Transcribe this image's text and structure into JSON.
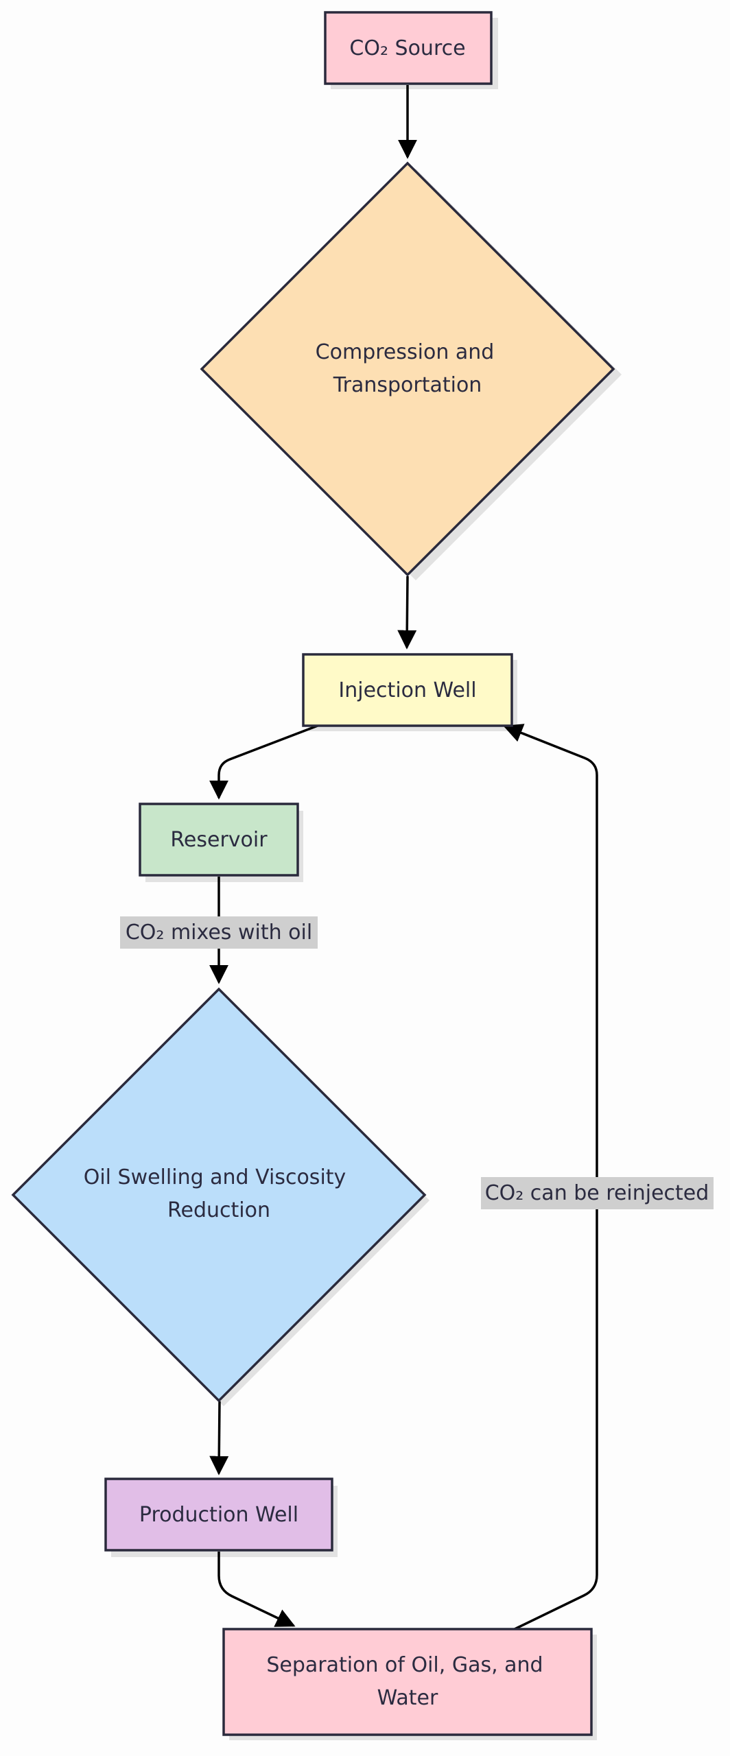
{
  "nodes": {
    "co2_source": {
      "label": "CO₂ Source",
      "color": "#ffccd5"
    },
    "compression": {
      "line1": "Compression and",
      "line2": "Transportation",
      "color": "#fddfb3"
    },
    "injection_well": {
      "label": "Injection Well",
      "color": "#fffac8"
    },
    "reservoir": {
      "label": "Reservoir",
      "color": "#c8e6ca"
    },
    "oil_swelling": {
      "line1": "Oil Swelling and Viscosity",
      "line2": "Reduction",
      "color": "#bbdefa"
    },
    "production_well": {
      "label": "Production Well",
      "color": "#e1bee7"
    },
    "separation": {
      "line1": "Separation of Oil, Gas, and",
      "line2": "Water",
      "color": "#ffccd5"
    }
  },
  "edges": {
    "co2_mixes": "CO₂ mixes with oil",
    "co2_reinjected": "CO₂ can be reinjected"
  },
  "colors": {
    "edge_label_bg": "#cfcfcf",
    "border": "#2a2a3c"
  }
}
